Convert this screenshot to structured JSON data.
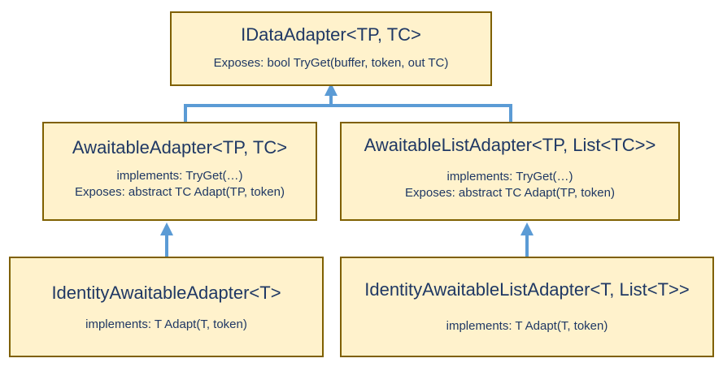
{
  "diagram": {
    "nodes": [
      {
        "id": "idataadapter",
        "title": "IDataAdapter<TP, TC>",
        "lines": [
          "Exposes: bool TryGet(buffer, token, out TC)"
        ]
      },
      {
        "id": "awaitableadapter",
        "title": "AwaitableAdapter<TP, TC>",
        "lines": [
          "implements: TryGet(…)",
          "Exposes: abstract TC Adapt(TP, token)"
        ]
      },
      {
        "id": "awaitablelistadapter",
        "title": "AwaitableListAdapter<TP, List<TC>>",
        "lines": [
          "implements: TryGet(…)",
          "Exposes: abstract TC Adapt(TP, token)"
        ]
      },
      {
        "id": "identityawaitableadapter",
        "title": "IdentityAwaitableAdapter<T>",
        "lines": [
          "implements: T Adapt(T, token)"
        ]
      },
      {
        "id": "identityawaitablelistadapter",
        "title": "IdentityAwaitableListAdapter<T, List<T>>",
        "lines": [
          "implements: T Adapt(T, token)"
        ]
      }
    ],
    "edges": [
      {
        "from": "awaitableadapter",
        "to": "idataadapter"
      },
      {
        "from": "awaitablelistadapter",
        "to": "idataadapter"
      },
      {
        "from": "identityawaitableadapter",
        "to": "awaitableadapter"
      },
      {
        "from": "identityawaitablelistadapter",
        "to": "awaitablelistadapter"
      }
    ],
    "colors": {
      "box_fill": "#fff2cc",
      "box_border": "#7f6000",
      "text": "#1f3864",
      "connector": "#5b9bd5"
    }
  }
}
